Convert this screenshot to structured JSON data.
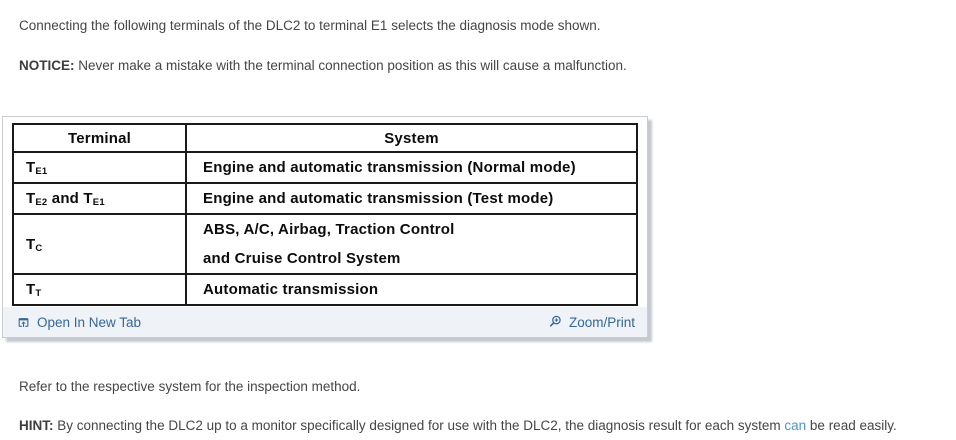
{
  "colors": {
    "body_text": "#454545",
    "table_ink": "#0c0c0c",
    "link": "#33679e",
    "inline_link": "#4d94c9",
    "figure_footer_bg": "#eff2f6",
    "figure_border": "#c9cdd2"
  },
  "intro": {
    "text": "Connecting the following terminals of the DLC2 to terminal E1 selects the diagnosis mode shown."
  },
  "notice": {
    "label": "NOTICE:",
    "text": " Never make a mistake with the terminal connection position as this will cause a malfunction."
  },
  "figure": {
    "table": {
      "headers": [
        "Terminal",
        "System"
      ],
      "rows": [
        {
          "terminal": [
            [
              "t",
              "T"
            ],
            [
              "s",
              "E1"
            ]
          ],
          "system": [
            "Engine and automatic transmission (Normal mode)"
          ]
        },
        {
          "terminal": [
            [
              "t",
              "T"
            ],
            [
              "s",
              "E2"
            ],
            [
              "t",
              " and T"
            ],
            [
              "s",
              "E1"
            ]
          ],
          "system": [
            "Engine and automatic transmission (Test mode)"
          ]
        },
        {
          "terminal": [
            [
              "t",
              "T"
            ],
            [
              "s",
              "C"
            ]
          ],
          "system": [
            "ABS, A/C, Airbag, Traction Control",
            "and Cruise Control System"
          ]
        },
        {
          "terminal": [
            [
              "t",
              "T"
            ],
            [
              "s",
              "T"
            ]
          ],
          "system": [
            "Automatic transmission"
          ]
        }
      ]
    },
    "footer": {
      "open_label": "Open In New Tab",
      "open_icon": "open-in-new-tab-icon",
      "zoom_label": "Zoom/Print",
      "zoom_icon": "magnifier-plus-icon"
    }
  },
  "refer": {
    "text": "Refer to the respective system for the inspection method."
  },
  "hint": {
    "label": "HINT:",
    "before": " By connecting the DLC2 up to a monitor specifically designed for use with the DLC2, the diagnosis result for each system ",
    "link": "can",
    "after": " be read easily."
  }
}
